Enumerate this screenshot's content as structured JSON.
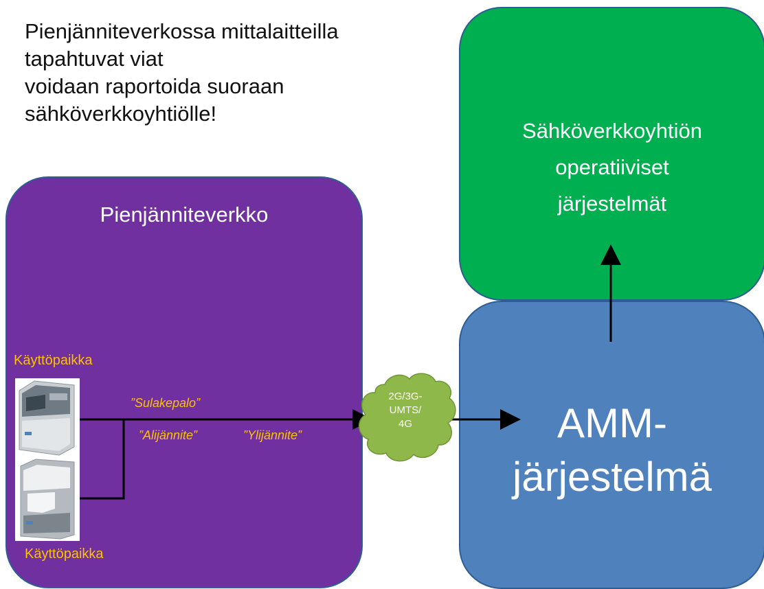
{
  "intro": {
    "lines": [
      "Pienjänniteverkossa mittalaitteilla",
      "tapahtuvat viat",
      "voidaan raportoida suoraan",
      "sähköverkkoyhtiölle!"
    ]
  },
  "low_voltage_network": {
    "title": "Pienjänniteverkko",
    "color": "#7030a0"
  },
  "operations_systems": {
    "lines": [
      "Sähköverkkoyhtiön",
      "operatiiviset",
      "järjestelmät"
    ],
    "color": "#00b050"
  },
  "amm_system": {
    "lines": [
      "AMM-",
      "järjestelmä"
    ],
    "color": "#4f81bd"
  },
  "sites": {
    "top_label": "Käyttöpaikka",
    "bottom_label": "Käyttöpaikka",
    "meter_icon": "electricity-meter-icon"
  },
  "faults": {
    "fuse": "”Sulakepalo”",
    "undervoltage": "”Alijännite”",
    "overvoltage": "”Ylijännite”"
  },
  "network_cloud": {
    "lines": [
      "2G/3G-",
      "UMTS/",
      "4G"
    ],
    "color": "#8fb84a"
  },
  "label_color": "#ffc000"
}
